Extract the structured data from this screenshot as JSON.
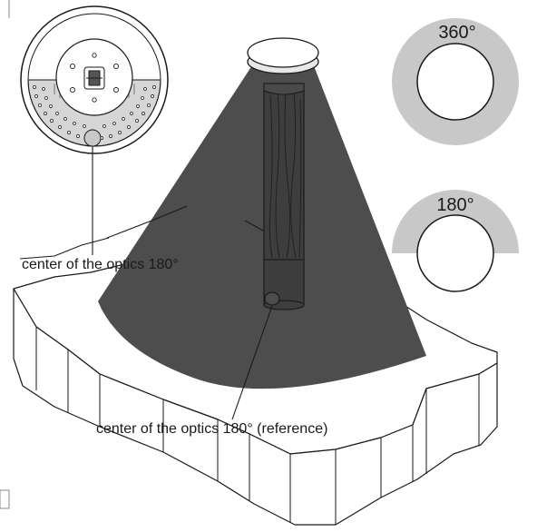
{
  "diagram": {
    "label_top_circle": "360°",
    "label_bottom_circle": "180°",
    "callout_top": "center of the optics 180°",
    "callout_bottom": "center of the optics 180° (reference)"
  },
  "colors": {
    "beam": "#4d4d4d",
    "ring": "#c8c8c8",
    "line": "#1a1a1a",
    "background": "#ffffff"
  }
}
